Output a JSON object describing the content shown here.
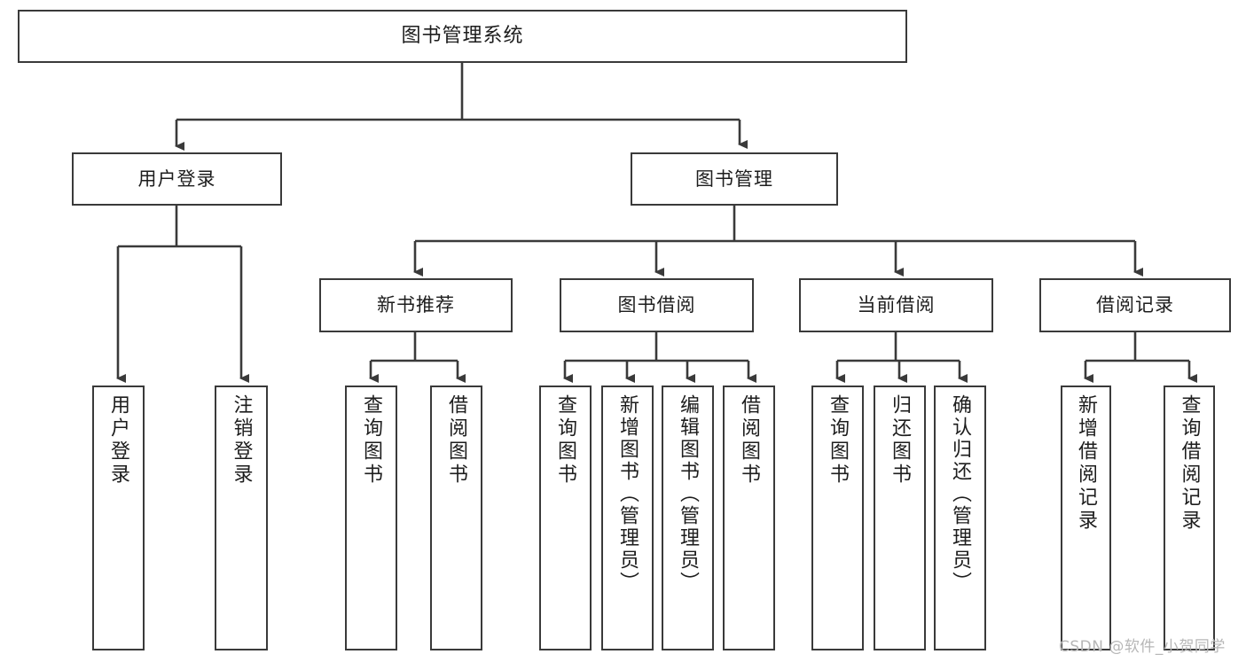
{
  "diagram": {
    "type": "tree-hierarchy",
    "title": "图书管理系统",
    "watermark": "CSDN @软件_小贺同学",
    "colors": {
      "box_stroke": "#3a3a3a",
      "box_fill": "#ffffff",
      "edge": "#3a3a3a",
      "text": "#1d1d1d",
      "watermark": "#b7b7b7",
      "background": "#ffffff"
    },
    "nodes": {
      "root": "图书管理系统",
      "level2": {
        "user_login": "用户登录",
        "book_manage": "图书管理"
      },
      "level3": {
        "new_book_rec": "新书推荐",
        "book_borrow": "图书借阅",
        "current_borrow": "当前借阅",
        "borrow_record": "借阅记录"
      },
      "leaves": {
        "user_login_1": "用户登录",
        "user_login_2": "注销登录",
        "new_book_rec_1": "查询图书",
        "new_book_rec_2": "借阅图书",
        "book_borrow_1": "查询图书",
        "book_borrow_2": "新增图书（管理员）",
        "book_borrow_3": "编辑图书（管理员）",
        "book_borrow_4": "借阅图书",
        "current_borrow_1": "查询图书",
        "current_borrow_2": "归还图书",
        "current_borrow_3": "确认归还（管理员）",
        "borrow_record_1": "新增借阅记录",
        "borrow_record_2": "查询借阅记录"
      }
    }
  }
}
